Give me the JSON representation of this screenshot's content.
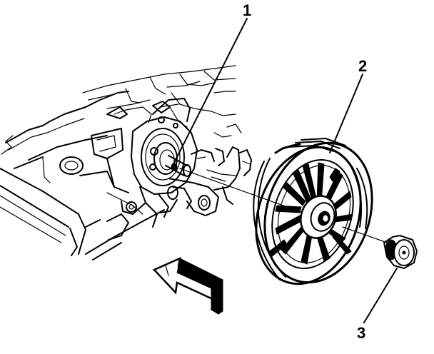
{
  "callouts": [
    {
      "id": "1",
      "label": "1"
    },
    {
      "id": "2",
      "label": "2"
    },
    {
      "id": "3",
      "label": "3"
    }
  ],
  "colors": {
    "ink": "#000000",
    "paper": "#ffffff"
  },
  "icons": {
    "arrow": "front-of-vehicle-arrow-icon"
  }
}
